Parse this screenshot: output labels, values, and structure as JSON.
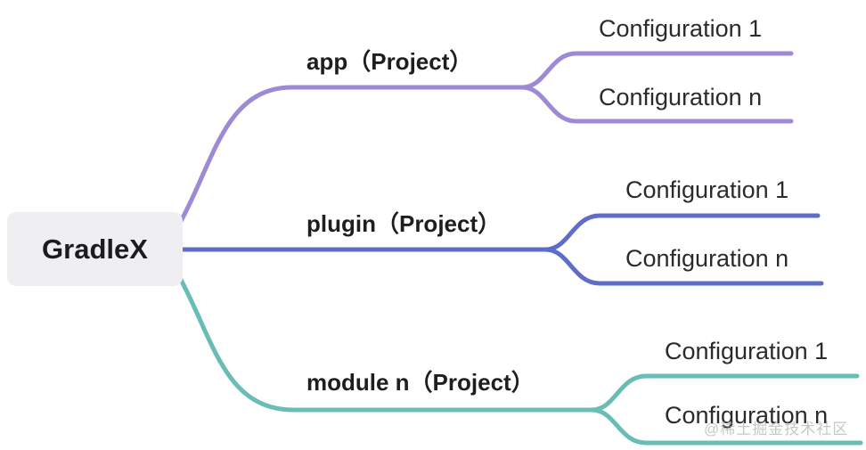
{
  "diagram": {
    "root": {
      "label": "GradleX"
    },
    "branches": [
      {
        "name": "app",
        "label": "app（Project）",
        "color": "#9d89d4",
        "children": [
          {
            "label": "Configuration 1"
          },
          {
            "label": "Configuration n"
          }
        ]
      },
      {
        "name": "plugin",
        "label": "plugin（Project）",
        "color": "#5f6dc6",
        "children": [
          {
            "label": "Configuration 1"
          },
          {
            "label": "Configuration n"
          }
        ]
      },
      {
        "name": "module",
        "label": "module n（Project）",
        "color": "#6abdb5",
        "children": [
          {
            "label": "Configuration 1"
          },
          {
            "label": "Configuration n"
          }
        ]
      }
    ],
    "watermark": "@稀土掘金技术社区",
    "colors": {
      "root_background": "#efeff1",
      "app_branch": "#9d89d4",
      "plugin_branch": "#5f6dc6",
      "module_branch": "#6abdb5"
    }
  }
}
